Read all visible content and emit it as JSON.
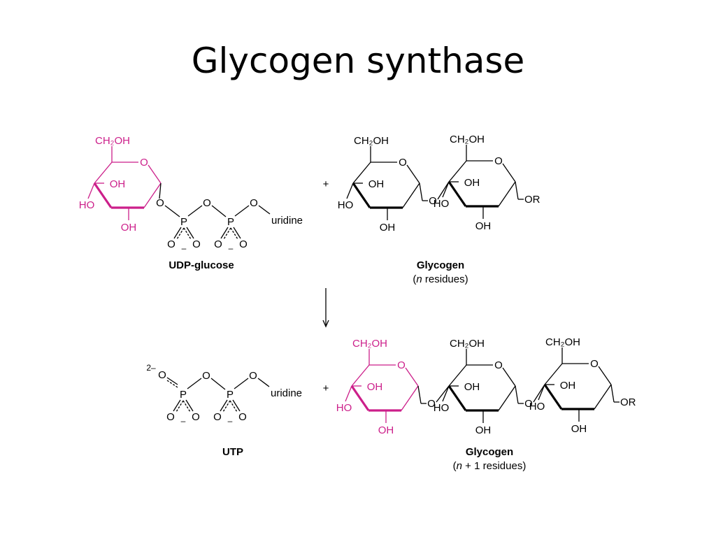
{
  "title": "Glycogen synthase",
  "colors": {
    "highlight": "#cc1f8a",
    "text": "#000000",
    "background": "#ffffff"
  },
  "diagram": {
    "labels": {
      "ch2oh": "CH₂OH",
      "ring_o": "O",
      "oh": "OH",
      "ho": "HO",
      "o": "O",
      "p": "P",
      "uridine": "uridine",
      "or": "OR",
      "minus": "–",
      "plus": "+",
      "charge_2minus": "2–"
    },
    "udp_glucose": {
      "name": "UDP-glucose"
    },
    "glycogen_reactant": {
      "name": "Glycogen",
      "subtitle_n": "n",
      "subtitle_rest": " residues)"
    },
    "utp": {
      "name": "UTP"
    },
    "glycogen_product": {
      "name": "Glycogen",
      "subtitle_n": "n",
      "subtitle_rest": " + 1 residues)"
    },
    "subtitle_open": "("
  }
}
